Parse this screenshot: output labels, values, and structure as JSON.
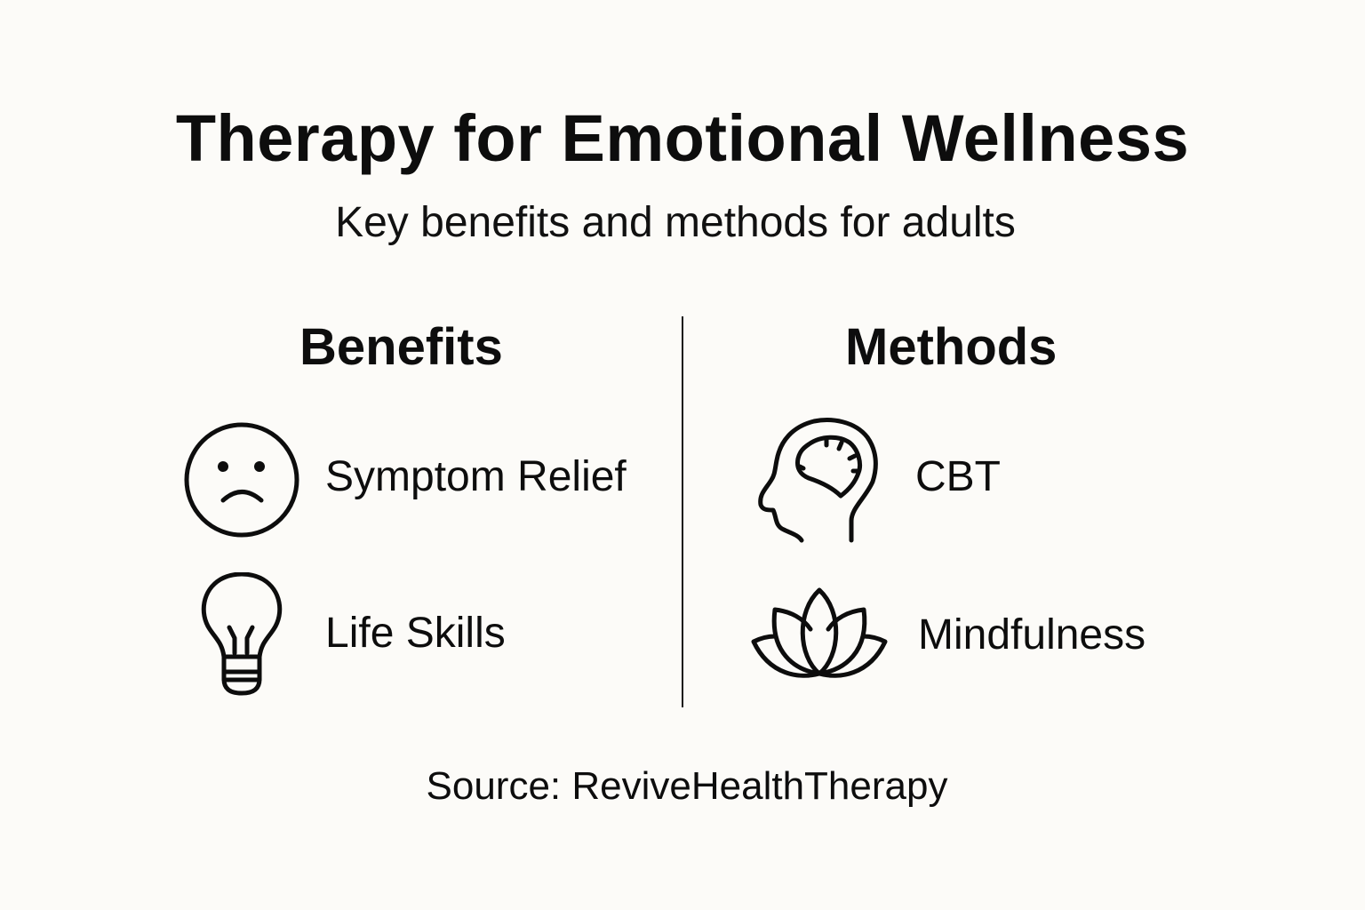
{
  "header": {
    "title": "Therapy for Emotional Wellness",
    "subtitle": "Key benefits and methods for adults"
  },
  "benefits": {
    "heading": "Benefits",
    "items": [
      {
        "label": "Symptom Relief",
        "icon": "sad-face-icon"
      },
      {
        "label": "Life Skills",
        "icon": "lightbulb-icon"
      }
    ]
  },
  "methods": {
    "heading": "Methods",
    "items": [
      {
        "label": "CBT",
        "icon": "head-brain-icon"
      },
      {
        "label": "Mindfulness",
        "icon": "lotus-icon"
      }
    ]
  },
  "footer": {
    "source": "Source: ReviveHealthTherapy"
  },
  "colors": {
    "background": "#fcfbf8",
    "ink": "#0d0d0d"
  }
}
